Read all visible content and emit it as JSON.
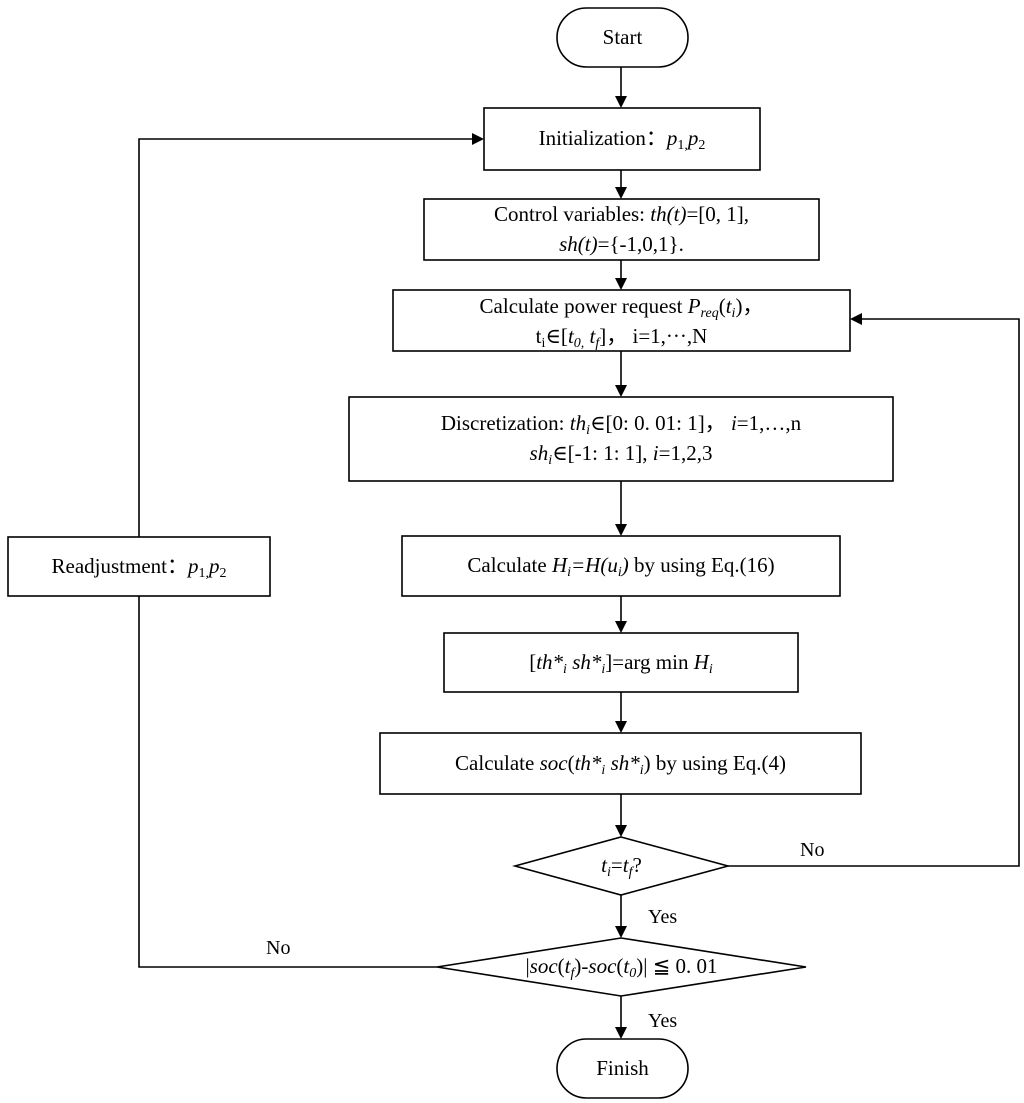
{
  "nodes": {
    "start": "Start",
    "init_prefix": "Initialization：",
    "p1": "p",
    "p1_sub": "1,",
    "p2": "p",
    "p2_sub": "2",
    "ctrl_line1_prefix": "Control variables: ",
    "ctrl_th": "th(t)",
    "ctrl_th_val": "=[0, 1],",
    "ctrl_sh": "sh(t)",
    "ctrl_sh_val": "={-1,0,1}.",
    "calc_prefix": "Calculate power request  ",
    "calc_P": "P",
    "calc_P_sub": "req",
    "calc_P_arg_open": "(",
    "calc_P_arg_t": "t",
    "calc_P_arg_sub": "i",
    "calc_P_arg_close": ")，",
    "calc_line2_t": "t",
    "calc_line2_t_sub": "i",
    "calc_line2_in": "∈[",
    "calc_line2_t0": "t",
    "calc_line2_t0_sub": "0,",
    "calc_line2_tf": " t",
    "calc_line2_tf_sub": "f",
    "calc_line2_rest": "]， i=1,···,N",
    "disc_prefix": "Discretization: ",
    "disc_th": "th",
    "disc_th_sub": "i",
    "disc_th_rest": "∈[0: 0. 01: 1]， ",
    "disc_i": "i",
    "disc_i_rest": "=1,…,n",
    "disc_sh": "sh",
    "disc_sh_sub": "i",
    "disc_sh_rest": "∈[-1: 1: 1], ",
    "disc_i2": "i",
    "disc_i2_rest": "=1,2,3",
    "ham_prefix": "Calculate  ",
    "ham_H": "H",
    "ham_H_sub": "i",
    "ham_eq": "=H(u",
    "ham_u_sub": "i",
    "ham_close": ")",
    "ham_rest": " by using Eq.(16)",
    "argmin_open": "[",
    "argmin_th": "th*",
    "argmin_th_sub": "i",
    "argmin_sh": "  sh*",
    "argmin_sh_sub": "i",
    "argmin_rest": "]=arg min ",
    "argmin_H": "H",
    "argmin_H_sub": "i",
    "soc_prefix": "Calculate ",
    "soc_soc": "soc",
    "soc_open": "(",
    "soc_th": "th*",
    "soc_th_sub": "i",
    "soc_sh": "  sh*",
    "soc_sh_sub": "i",
    "soc_rest": ") by using Eq.(4)",
    "dec1_t": "t",
    "dec1_t_sub": "i",
    "dec1_eq": "=",
    "dec1_tf": "t",
    "dec1_tf_sub": "f",
    "dec1_q": "?",
    "dec2_bar": "|",
    "dec2_soc1": "soc",
    "dec2_arg1_open": "(",
    "dec2_arg1_t": "t",
    "dec2_arg1_sub": "f",
    "dec2_arg1_close": ")-",
    "dec2_soc2": "soc",
    "dec2_arg2_open": "(",
    "dec2_arg2_t": "t",
    "dec2_arg2_sub": "0",
    "dec2_arg2_close": ")|",
    "dec2_rest": " ≦ 0. 01",
    "readj_prefix": "Readjustment：",
    "finish": "Finish"
  },
  "edges": {
    "no_right": "No",
    "yes_1": "Yes",
    "no_left": "No",
    "yes_2": "Yes"
  }
}
